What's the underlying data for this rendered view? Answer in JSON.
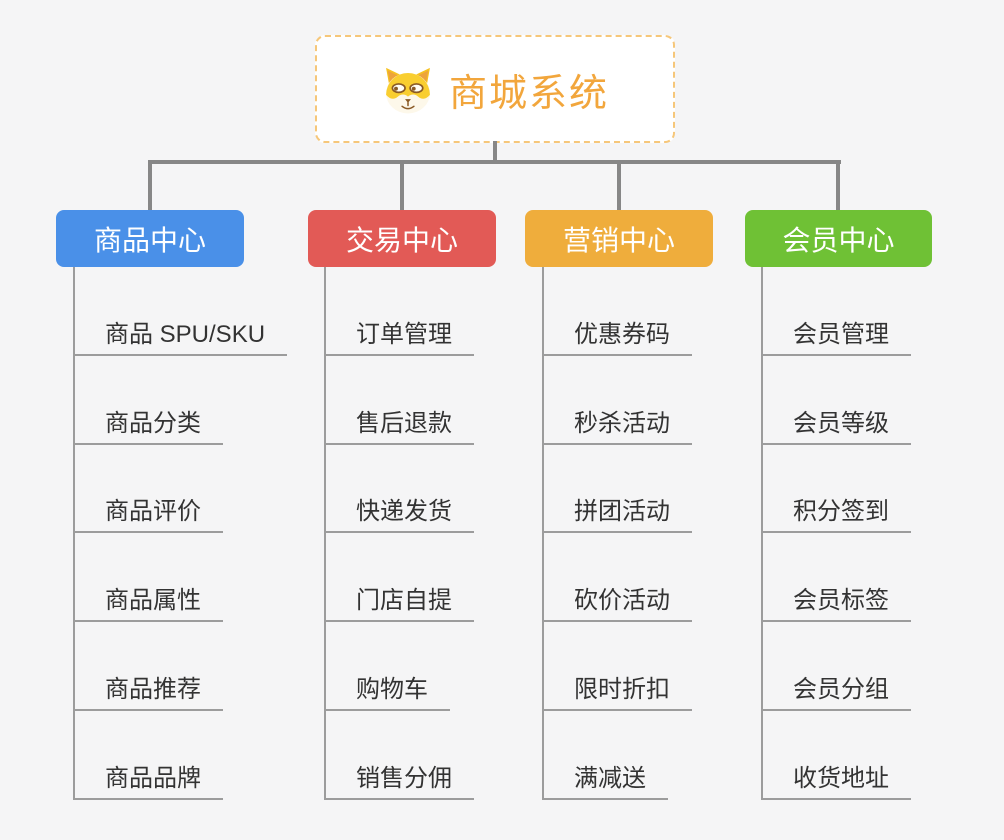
{
  "root": {
    "title": "商城系统",
    "title_color": "#f2a63c",
    "border_color": "#f6c77a",
    "icon": "dog-face-icon"
  },
  "branches": [
    {
      "label": "商品中心",
      "color": "#4a90e8",
      "children": [
        "商品 SPU/SKU",
        "商品分类",
        "商品评价",
        "商品属性",
        "商品推荐",
        "商品品牌"
      ]
    },
    {
      "label": "交易中心",
      "color": "#e25a56",
      "children": [
        "订单管理",
        "售后退款",
        "快递发货",
        "门店自提",
        "购物车",
        "销售分佣"
      ]
    },
    {
      "label": "营销中心",
      "color": "#efad3c",
      "children": [
        "优惠券码",
        "秒杀活动",
        "拼团活动",
        "砍价活动",
        "限时折扣",
        "满减送"
      ]
    },
    {
      "label": "会员中心",
      "color": "#6fc135",
      "children": [
        "会员管理",
        "会员等级",
        "积分签到",
        "会员标签",
        "会员分组",
        "收货地址"
      ]
    }
  ],
  "connector_color": "#878787"
}
